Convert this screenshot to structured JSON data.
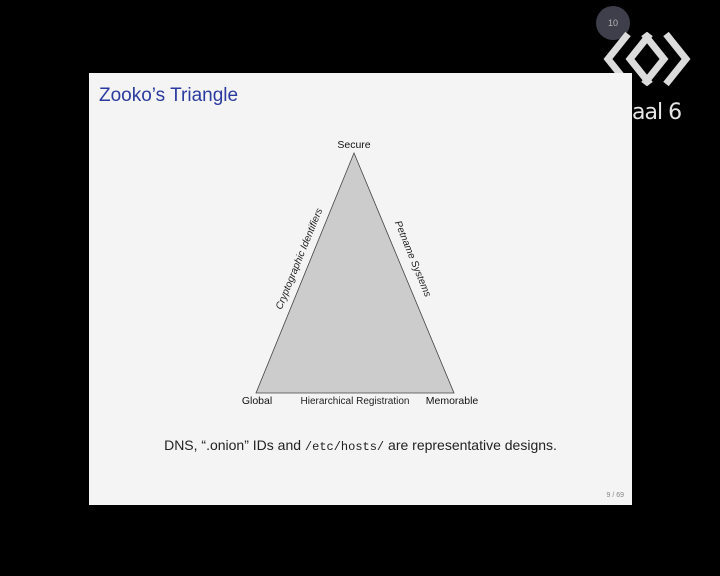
{
  "slide": {
    "title": "Zooko’s Triangle",
    "page_number": "9 / 69",
    "caption": {
      "part1": "DNS, “.onion” IDs and ",
      "code": "/etc/hosts/",
      "part2": " are representative designs."
    }
  },
  "diagram": {
    "vertices": {
      "top": "Secure",
      "left": "Global",
      "right": "Memorable"
    },
    "edges": {
      "left": "Cryptographic Identifiers",
      "right": "Petname Systems",
      "bottom": "Hierarchical Registration"
    },
    "fill_color": "#cccccc"
  },
  "overlay": {
    "hall_label": "aal 6",
    "timer_value": "10"
  }
}
